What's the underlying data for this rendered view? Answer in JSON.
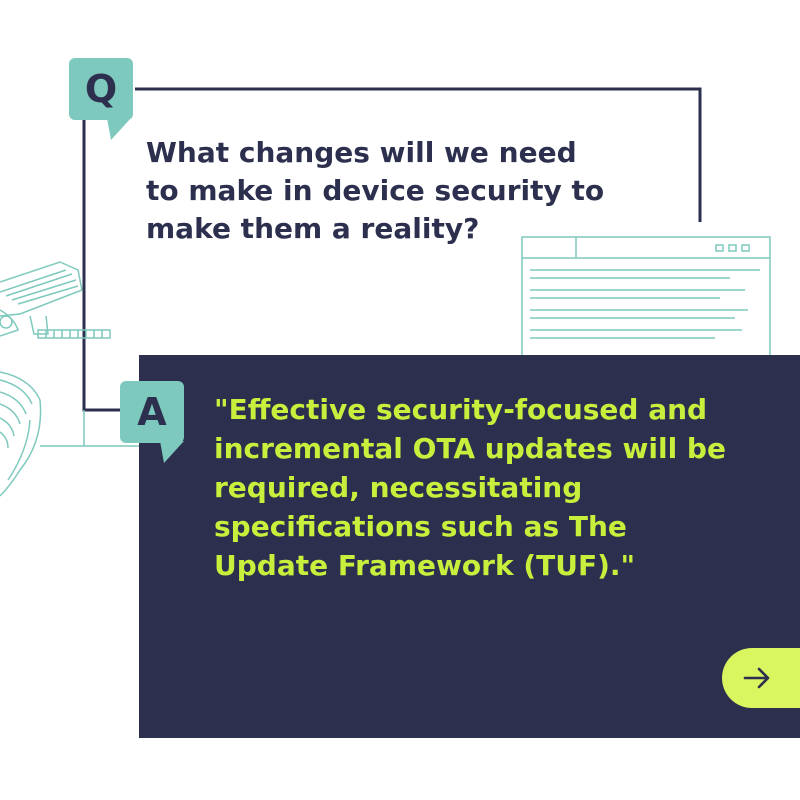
{
  "colors": {
    "navy": "#2c2f4d",
    "teal": "#7ec9bd",
    "lime_text": "#c9ef3d",
    "lime_button": "#d9f560",
    "background": "#ffffff"
  },
  "question": {
    "badge": "Q",
    "text": "What changes will we need to make in device security to make them a reality?"
  },
  "answer": {
    "badge": "A",
    "text": "\"Effective security-focused and incremental OTA updates will be required, necessitating specifications such as The Update Framework (TUF).\""
  },
  "navigation": {
    "next_icon": "arrow-right-icon"
  }
}
